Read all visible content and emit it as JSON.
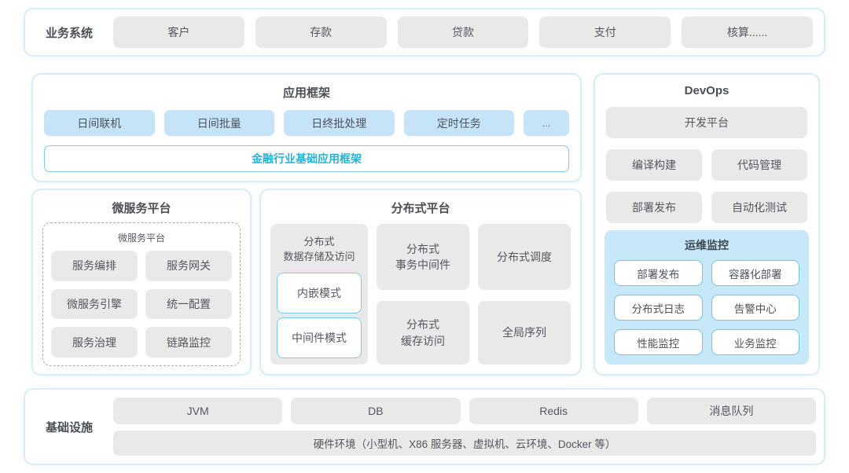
{
  "business": {
    "label": "业务系统",
    "items": [
      "客户",
      "存款",
      "贷款",
      "支付",
      "核算......"
    ]
  },
  "app_framework": {
    "title": "应用框架",
    "modules": [
      "日间联机",
      "日间批量",
      "日终批处理",
      "定时任务",
      "..."
    ],
    "base_framework": "金融行业基础应用框架"
  },
  "microservice": {
    "title": "微服务平台",
    "inner_title": "微服务平台",
    "items": [
      "服务编排",
      "服务网关",
      "微服务引擎",
      "统一配置",
      "服务治理",
      "链路监控"
    ]
  },
  "distributed": {
    "title": "分布式平台",
    "storage": {
      "label": "分布式\n数据存储及访问",
      "modes": [
        "内嵌模式",
        "中间件模式"
      ]
    },
    "col2": [
      "分布式\n事务中间件",
      "分布式\n缓存访问"
    ],
    "col3": [
      "分布式调度",
      "全局序列"
    ]
  },
  "devops": {
    "title": "DevOps",
    "platform": "开发平台",
    "tools": [
      "编译构建",
      "代码管理",
      "部署发布",
      "自动化测试"
    ],
    "monitoring": {
      "title": "运维监控",
      "items": [
        "部署发布",
        "容器化部署",
        "分布式日志",
        "告警中心",
        "性能监控",
        "业务监控"
      ]
    }
  },
  "infrastructure": {
    "label": "基础设施",
    "items": [
      "JVM",
      "DB",
      "Redis",
      "消息队列"
    ],
    "hardware": "硬件环境（小型机、X86 服务器、虚拟机、云环境、Docker 等）"
  },
  "colors": {
    "panel_border": "#d9eef4",
    "gray_block_bg": "#e9e9ea",
    "blue_block_bg": "#c6e4f7",
    "monitor_bg": "#c7e8f8",
    "outline_border": "#6ec7e3",
    "accent_text": "#2aafd8",
    "body_text": "#53575e"
  }
}
